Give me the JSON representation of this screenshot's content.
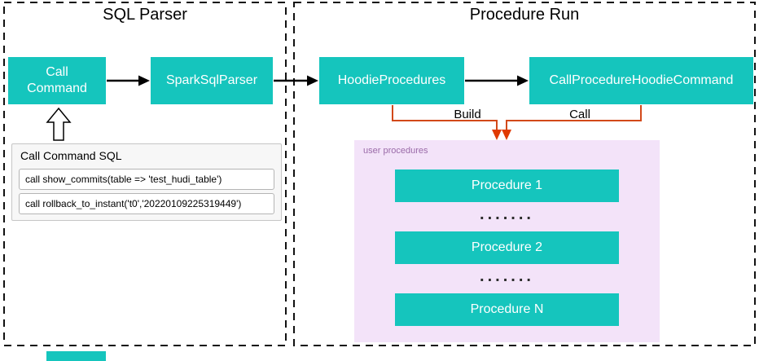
{
  "sections": [
    {
      "title": "SQL Parser"
    },
    {
      "title": "Procedure Run"
    }
  ],
  "nodes": {
    "call_command": "Call Command",
    "spark_sql_parser": "SparkSqlParser",
    "hoodie_procedures": "HoodieProcedures",
    "call_procedure_hoodie_command": "CallProcedureHoodieCommand"
  },
  "connector_labels": {
    "build": "Build",
    "call": "Call"
  },
  "sql_panel": {
    "title": "Call Command SQL",
    "statements": [
      "call show_commits(table => 'test_hudi_table')",
      "call rollback_to_instant('t0','20220109225319449')"
    ]
  },
  "user_procedures": {
    "label": "user procedures",
    "items": [
      "Procedure 1",
      "Procedure 2",
      "Procedure N"
    ],
    "ellipsis": "......."
  },
  "colors": {
    "node_fill": "#15c5bd",
    "panel_fill": "#f3e3f9",
    "connector_orange": "#d2491a",
    "arrowhead_red": "#e03a00",
    "arrow_black": "#000000"
  }
}
